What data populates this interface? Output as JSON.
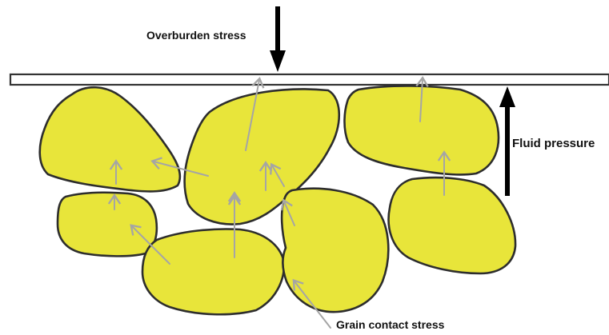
{
  "labels": {
    "overburden": "Overburden stress",
    "fluid": "Fluid pressure",
    "grain_contact": "Grain contact stress"
  },
  "colors": {
    "grain_fill": "#e8e53a",
    "grain_outline": "#2d2d2d",
    "contact_arrows": "#a5a5a5",
    "load_arrows": "#000000",
    "plate": "#ffffff"
  }
}
